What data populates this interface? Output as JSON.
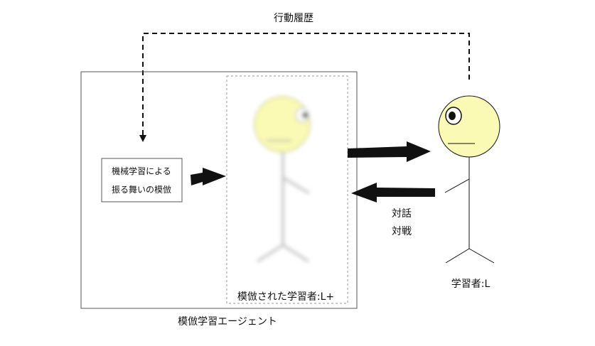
{
  "labels": {
    "history": "行動履歴",
    "ml_box_line1": "機械学習による",
    "ml_box_line2": "振る舞いの模倣",
    "imitated_learner": "模倣された学習者:L+",
    "agent": "模倣学習エージェント",
    "dialogue": "対話",
    "battle": "対戦",
    "learner": "学習者:L"
  },
  "colors": {
    "face_fill": "#fafab4",
    "stroke": "#111111",
    "blurred_body": "#b8b8b8",
    "dotted_frame": "#999999"
  }
}
